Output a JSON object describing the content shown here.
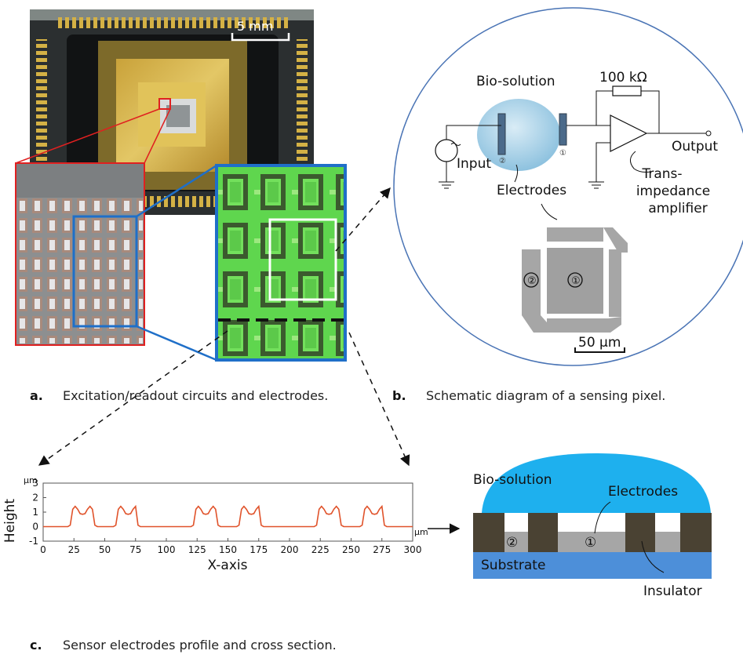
{
  "panel_a": {
    "scale_bar": "5 mm",
    "caption_letter": "a.",
    "caption": "Excitation/readout circuits and electrodes."
  },
  "panel_b": {
    "bio_solution": "Bio-solution",
    "resistor": "100 kΩ",
    "input": "Input",
    "output": "Output",
    "electrodes": "Electrodes",
    "tia_line1": "Trans-",
    "tia_line2": "impedance",
    "tia_line3": "amplifier",
    "electrode_1": "①",
    "electrode_2": "②",
    "scale_bar": "50 µm",
    "caption_letter": "b.",
    "caption": "Schematic diagram of  a sensing pixel."
  },
  "panel_c": {
    "caption_letter": "c.",
    "caption": "Sensor electrodes profile and cross section.",
    "cross_section": {
      "bio_solution": "Bio-solution",
      "electrodes": "Electrodes",
      "substrate": "Substrate",
      "insulator": "Insulator",
      "electrode_1": "①",
      "electrode_2": "②"
    }
  },
  "colors": {
    "profile_line": "#e0522a",
    "bio_solution": "#1eb0ee",
    "substrate": "#4d8fd9",
    "insulator": "#4a4233",
    "electrode_gray": "#a6a6a6",
    "circle_border": "#4a74b5"
  },
  "chart_data": {
    "type": "line",
    "xlabel": "X-axis",
    "ylabel": "Height",
    "x_unit": "µm",
    "y_unit": "µm",
    "xlim": [
      0,
      300
    ],
    "ylim": [
      -1,
      3
    ],
    "x_ticks": [
      "0",
      "25",
      "50",
      "75",
      "100",
      "125",
      "150",
      "175",
      "200",
      "225",
      "250",
      "275",
      "300"
    ],
    "y_ticks": [
      "-1",
      "0",
      "1",
      "2",
      "3"
    ],
    "series": [
      {
        "x": [
          0,
          20,
          22,
          24,
          26,
          28,
          30,
          32,
          34,
          36,
          38,
          40,
          42,
          44,
          57,
          59,
          61,
          63,
          65,
          67,
          69,
          71,
          73,
          75,
          77,
          79,
          120,
          122,
          124,
          126,
          128,
          130,
          132,
          134,
          136,
          138,
          140,
          142,
          144,
          157,
          159,
          161,
          163,
          165,
          167,
          169,
          171,
          173,
          175,
          177,
          179,
          220,
          222,
          224,
          226,
          228,
          230,
          232,
          234,
          236,
          238,
          240,
          242,
          244,
          257,
          259,
          261,
          263,
          265,
          267,
          269,
          271,
          273,
          275,
          277,
          279,
          300
        ],
        "values": [
          0,
          0,
          0.1,
          1.2,
          1.4,
          1.2,
          0.9,
          0.85,
          0.9,
          1.2,
          1.4,
          1.2,
          0.1,
          0,
          0,
          0.1,
          1.2,
          1.4,
          1.2,
          0.9,
          0.85,
          0.9,
          1.2,
          1.4,
          0.1,
          0,
          0,
          0.1,
          1.2,
          1.4,
          1.2,
          0.9,
          0.85,
          0.9,
          1.2,
          1.4,
          1.2,
          0.1,
          0,
          0,
          0.1,
          1.2,
          1.4,
          1.2,
          0.9,
          0.85,
          0.9,
          1.2,
          1.4,
          0.1,
          0,
          0,
          0.1,
          1.2,
          1.4,
          1.2,
          0.9,
          0.85,
          0.9,
          1.2,
          1.4,
          1.2,
          0.1,
          0,
          0,
          0.1,
          1.2,
          1.4,
          1.2,
          0.9,
          0.85,
          0.9,
          1.2,
          1.4,
          0.1,
          0,
          0
        ]
      }
    ]
  }
}
